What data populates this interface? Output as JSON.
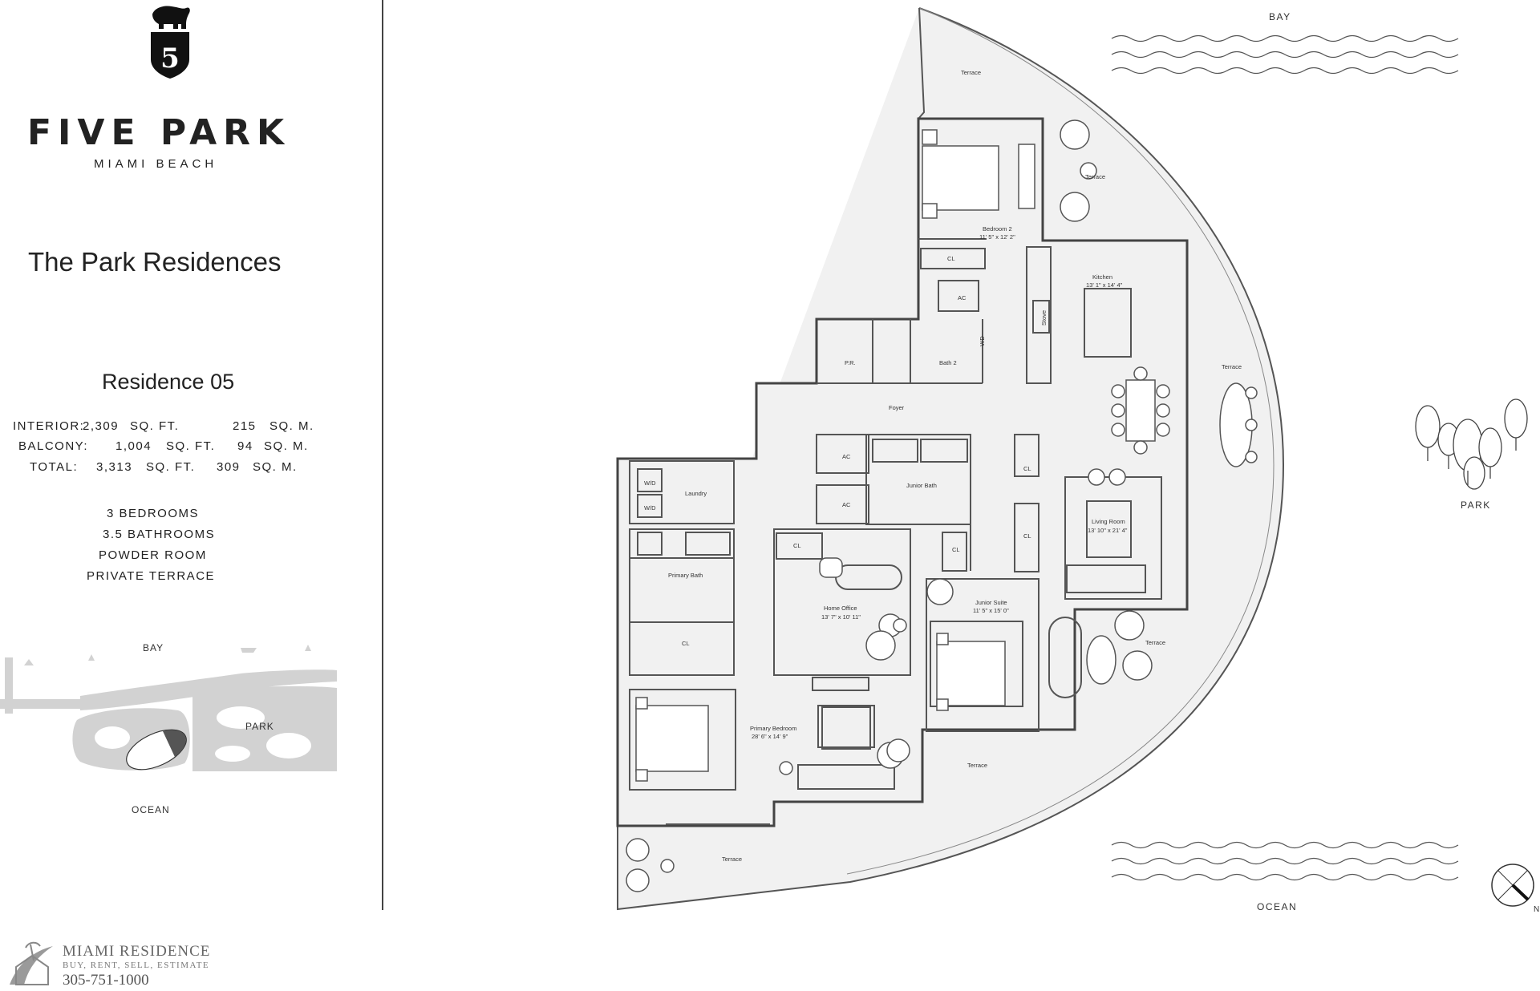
{
  "brand": {
    "name": "FIVE PARK",
    "location": "MIAMI BEACH"
  },
  "collection": "The Park Residences",
  "residence": {
    "title": "Residence 05",
    "specs": [
      {
        "label": "INTERIOR:",
        "sqft": "2,309",
        "sqft_unit": "SQ. FT.",
        "sqm": "215",
        "sqm_unit": "SQ. M."
      },
      {
        "label": "BALCONY:",
        "sqft": "1,004",
        "sqft_unit": "SQ. FT.",
        "sqm": "94",
        "sqm_unit": "SQ. M."
      },
      {
        "label": "TOTAL:",
        "sqft": "3,313",
        "sqft_unit": "SQ. FT.",
        "sqm": "309",
        "sqm_unit": "SQ. M."
      }
    ],
    "features": [
      "3 BEDROOMS",
      "3.5 BATHROOMS",
      "POWDER ROOM",
      "PRIVATE TERRACE"
    ]
  },
  "site_map": {
    "bay": "BAY",
    "park": "PARK",
    "ocean": "OCEAN"
  },
  "plan": {
    "bay": "BAY",
    "park": "PARK",
    "ocean": "OCEAN",
    "north": "N",
    "rooms": {
      "terrace_top": "Terrace",
      "terrace_bed2": "Terrace",
      "bedroom2": "Bedroom 2",
      "bedroom2_dim": "11' 5\" x 12' 2\"",
      "cl_bed2": "CL",
      "ac_upper": "AC",
      "kitchen": "Kitchen",
      "kitchen_dim": "13' 1\" x 14' 4\"",
      "stove": "Stove",
      "pr": "P.R.",
      "bath2": "Bath 2",
      "wd_bath2": "WD",
      "foyer": "Foyer",
      "terrace_right": "Terrace",
      "laundry": "Laundry",
      "wd1": "W/D",
      "wd2": "W/D",
      "ac1": "AC",
      "ac2": "AC",
      "junior_bath": "Junior Bath",
      "cl_a": "CL",
      "cl_b": "CL",
      "cl_c": "CL",
      "cl_d": "CL",
      "primary_bath": "Primary Bath",
      "cl_primary": "CL",
      "living": "Living Room",
      "living_dim": "13' 10\" x 21' 4\"",
      "home_office": "Home Office",
      "home_office_dim": "13' 7\" x 10' 11\"",
      "junior_suite": "Junior Suite",
      "junior_suite_dim": "11' 5\" x 15' 0\"",
      "terrace_living": "Terrace",
      "primary_bedroom": "Primary Bedroom",
      "primary_bedroom_dim": "28' 6\" x 14' 9\"",
      "terrace_bottom_mid": "Terrace",
      "terrace_bottom_left": "Terrace"
    }
  },
  "credit": {
    "name": "MIAMI RESIDENCE",
    "tagline": "BUY, RENT, SELL, ESTIMATE",
    "phone": "305-751-1000"
  }
}
